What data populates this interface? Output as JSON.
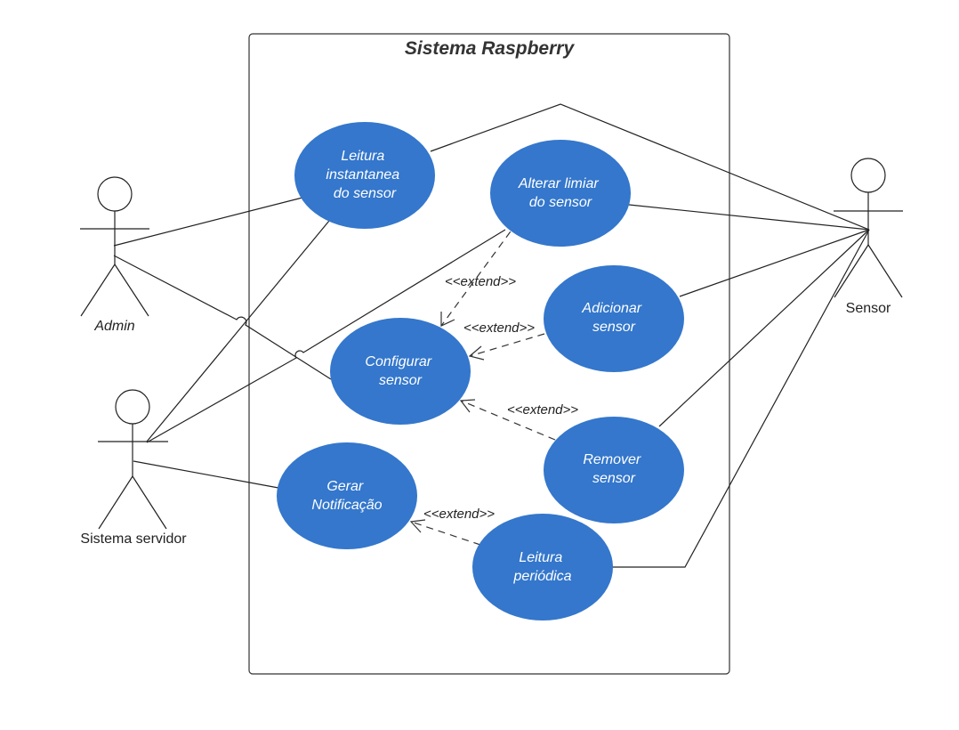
{
  "system": {
    "title": "Sistema Raspberry"
  },
  "actors": {
    "admin": {
      "label": "Admin"
    },
    "server": {
      "label": "Sistema servidor"
    },
    "sensor": {
      "label": "Sensor"
    }
  },
  "use_cases": {
    "leitura_instantanea": {
      "lines": [
        "Leitura",
        "instantanea",
        "do sensor"
      ]
    },
    "alterar_limiar": {
      "lines": [
        "Alterar limiar",
        "do sensor"
      ]
    },
    "adicionar_sensor": {
      "lines": [
        "Adicionar",
        "sensor"
      ]
    },
    "configurar_sensor": {
      "lines": [
        "Configurar",
        "sensor"
      ]
    },
    "remover_sensor": {
      "lines": [
        "Remover",
        "sensor"
      ]
    },
    "gerar_notificacao": {
      "lines": [
        "Gerar",
        "Notificação"
      ]
    },
    "leitura_periodica": {
      "lines": [
        "Leitura",
        "periódica"
      ]
    }
  },
  "relations": {
    "extend_label": "<<extend>>"
  },
  "colors": {
    "use_case_fill": "#3477cc",
    "use_case_text": "#ffffff",
    "line": "#222222"
  }
}
